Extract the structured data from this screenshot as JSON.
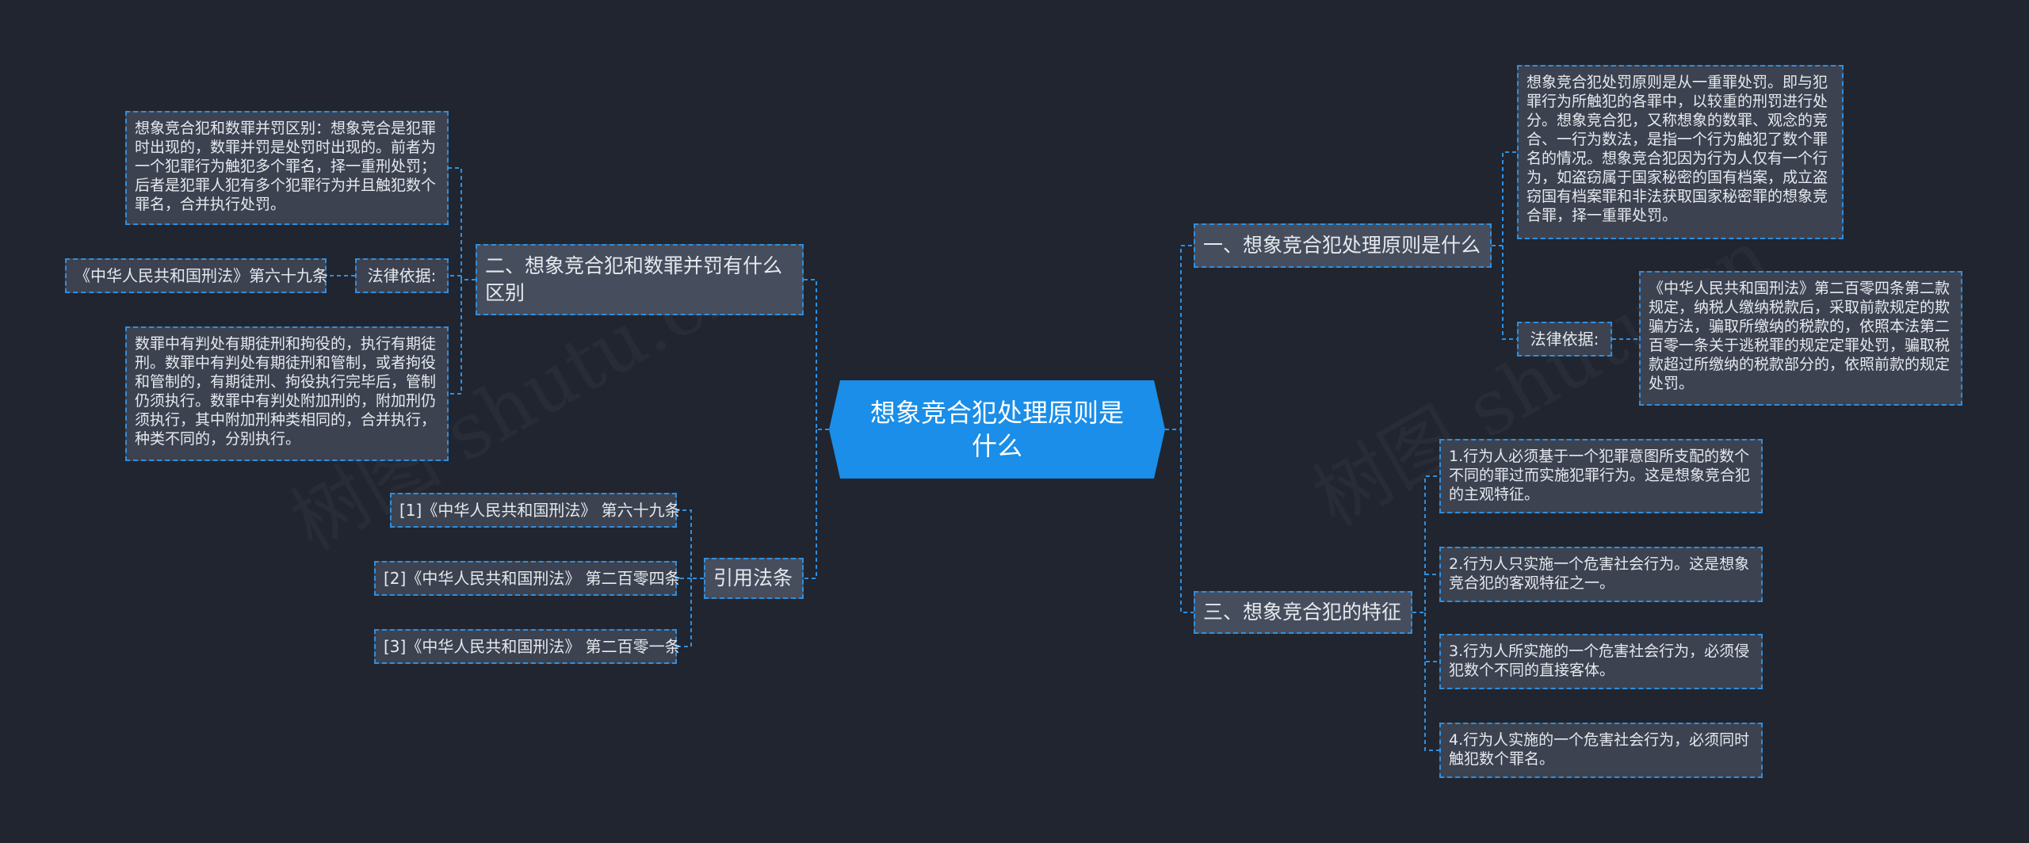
{
  "central": {
    "title": "想象竞合犯处理原则是什么"
  },
  "right": {
    "branch1": {
      "title": "一、想象竞合犯处理原则是什么",
      "desc": "想象竞合犯处罚原则是从一重罪处罚。即与犯罪行为所触犯的各罪中，以较重的刑罚进行处分。想象竞合犯，又称想象的数罪、观念的竞合、一行为数法，是指一个行为触犯了数个罪名的情况。想象竞合犯因为行为人仅有一个行为，如盗窃属于国家秘密的国有档案，成立盗窃国有档案罪和非法获取国家秘密罪的想象竞合罪，择一重罪处罚。",
      "basis_label": "法律依据:",
      "basis_text": "《中华人民共和国刑法》第二百零四条第二款规定，纳税人缴纳税款后，采取前款规定的欺骗方法，骗取所缴纳的税款的，依照本法第二百零一条关于逃税罪的规定定罪处罚，骗取税款超过所缴纳的税款部分的，依照前款的规定处罚。"
    },
    "branch3": {
      "title": "三、想象竞合犯的特征",
      "items": [
        "1.行为人必须基于一个犯罪意图所支配的数个不同的罪过而实施犯罪行为。这是想象竞合犯的主观特征。",
        "2.行为人只实施一个危害社会行为。这是想象竞合犯的客观特征之一。",
        "3.行为人所实施的一个危害社会行为，必须侵犯数个不同的直接客体。",
        "4.行为人实施的一个危害社会行为，必须同时触犯数个罪名。"
      ]
    }
  },
  "left": {
    "branch2": {
      "title": "二、想象竞合犯和数罪并罚有什么区别",
      "desc_top": "想象竞合犯和数罪并罚区别：想象竞合是犯罪时出现的，数罪并罚是处罚时出现的。前者为一个犯罪行为触犯多个罪名，择一重刑处罚；后者是犯罪人犯有多个犯罪行为并且触犯数个罪名，合并执行处罚。",
      "basis_label": "法律依据:",
      "basis_text": "《中华人民共和国刑法》第六十九条",
      "desc_bottom": "数罪中有判处有期徒刑和拘役的，执行有期徒刑。数罪中有判处有期徒刑和管制，或者拘役和管制的，有期徒刑、拘役执行完毕后，管制仍须执行。数罪中有判处附加刑的，附加刑仍须执行，其中附加刑种类相同的，合并执行，种类不同的，分别执行。"
    },
    "refs": {
      "title": "引用法条",
      "items": [
        "[1]《中华人民共和国刑法》 第六十九条",
        "[2]《中华人民共和国刑法》 第二百零四条",
        "[3]《中华人民共和国刑法》 第二百零一条"
      ]
    }
  },
  "colors": {
    "background": "#20252f",
    "accent": "#1a8ee8",
    "connector": "#2f8fe0",
    "node_fill": "#3d4352"
  }
}
